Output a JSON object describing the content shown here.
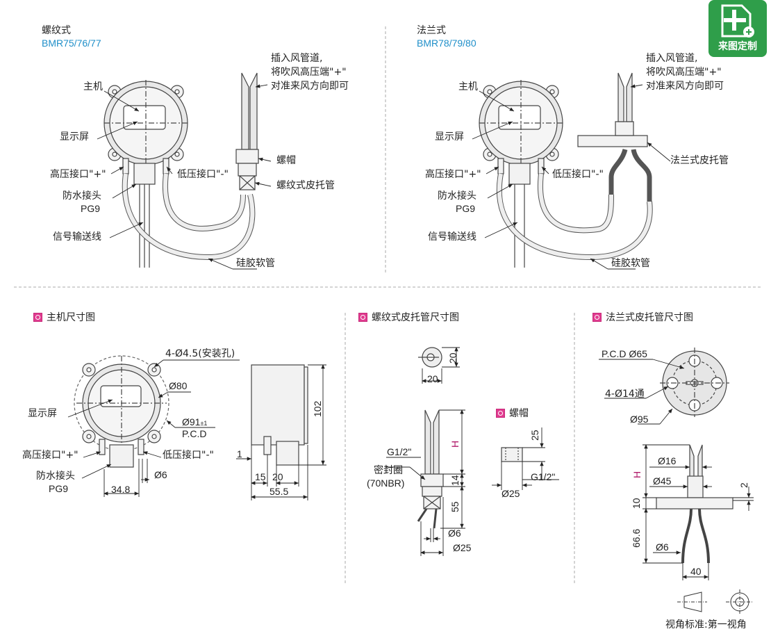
{
  "top": {
    "left_title": "螺纹式",
    "left_model": "BMR75/76/77",
    "right_title": "法兰式",
    "right_model": "BMR78/79/80",
    "note_line1": "插入风管道,",
    "note_line2": "将吹风高压端\"+\"",
    "note_line3": "对准来风方向即可",
    "labels": {
      "host": "主机",
      "display": "显示屏",
      "high_port": "高压接口\"+\"",
      "low_port": "低压接口\"-\"",
      "waterproof": "防水接头",
      "pg9": "PG9",
      "signal": "信号输送线",
      "silicone": "硅胶软管",
      "nut": "螺帽",
      "thread_pitot": "螺纹式皮托管",
      "flange_pitot": "法兰式皮托管"
    }
  },
  "badge": {
    "label": "来图定制",
    "icon": "document-edit-icon"
  },
  "sections": {
    "host_dims": "主机尺寸图",
    "thread_dims": "螺纹式皮托管尺寸图",
    "flange_dims": "法兰式皮托管尺寸图",
    "nut": "螺帽"
  },
  "host_dims": {
    "holes": "4-Ø4.5(安装孔)",
    "d80": "Ø80",
    "d91": "Ø91",
    "d91_tol": "±1",
    "pcd": "P.C.D",
    "display": "显示屏",
    "high_port": "高压接口\"+\"",
    "low_port": "低压接口\"-\"",
    "waterproof": "防水接头",
    "pg9": "PG9",
    "d6": "Ø6",
    "w34_8": "34.8",
    "h102": "102",
    "one": "1",
    "w15": "15",
    "w20": "20",
    "w55_5": "55.5"
  },
  "thread_dims": {
    "d20a": "20",
    "d20b": "20",
    "H": "H",
    "g12": "G1/2\"",
    "seal": "密封圈",
    "nbr": "(70NBR)",
    "d14": "14",
    "d55": "55",
    "d6": "Ø6",
    "d25": "Ø25",
    "nut_25": "25",
    "nut_g12": "G1/2\"",
    "nut_d25": "Ø25"
  },
  "flange_dims": {
    "pcd": "P.C.D Ø65",
    "holes": "4-Ø14通",
    "d95": "Ø95",
    "H": "H",
    "d16": "Ø16",
    "d45": "Ø45",
    "two": "2",
    "ten": "10",
    "h66_6": "66.6",
    "d6": "Ø6",
    "w40": "40"
  },
  "projection": {
    "label": "视角标准:第一视角"
  }
}
